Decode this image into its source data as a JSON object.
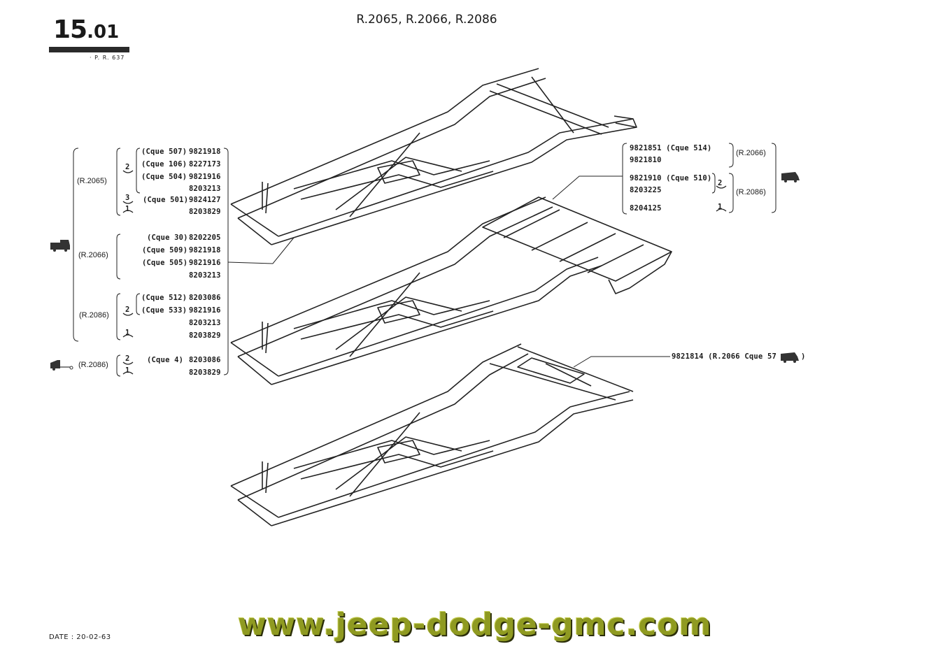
{
  "header": {
    "page_number_main": "15",
    "page_number_sub": ".01",
    "page_ref": "· P. R. 637",
    "title": "R.2065, R.2066, R.2086"
  },
  "footer": {
    "date": "DATE : 20-02-63",
    "watermark": "www.jeep-dodge-gmc.com"
  },
  "left_groups": {
    "r2065": {
      "model": "(R.2065)",
      "parts": [
        {
          "cque": "(Cque 507)",
          "ref": "9821918"
        },
        {
          "cque": "(Cque 106)",
          "ref": "8227173"
        },
        {
          "cque": "(Cque 504)",
          "ref": "9821916"
        },
        {
          "cque": "",
          "ref": "8203213"
        },
        {
          "cque": "(Cque 501)",
          "ref": "9824127"
        },
        {
          "cque": "",
          "ref": "8203829"
        }
      ],
      "symbols": [
        "2",
        "3",
        "1"
      ]
    },
    "r2066": {
      "model": "(R.2066)",
      "parts": [
        {
          "cque": "(Cque 30)",
          "ref": "8202205"
        },
        {
          "cque": "(Cque 509)",
          "ref": "9821918"
        },
        {
          "cque": "(Cque 505)",
          "ref": "9821916"
        },
        {
          "cque": "",
          "ref": "8203213"
        }
      ]
    },
    "r2086": {
      "model": "(R.2086)",
      "parts": [
        {
          "cque": "(Cque 512)",
          "ref": "8203086"
        },
        {
          "cque": "(Cque 533)",
          "ref": "9821916"
        },
        {
          "cque": "",
          "ref": "8203213"
        },
        {
          "cque": "",
          "ref": "8203829"
        }
      ],
      "symbols": [
        "2",
        "1"
      ]
    },
    "r2086_trailer": {
      "model": "(R.2086)",
      "parts": [
        {
          "cque": "(Cque 4)",
          "ref": "8203086"
        },
        {
          "cque": "",
          "ref": "8203829"
        }
      ],
      "symbols": [
        "2",
        "1"
      ]
    }
  },
  "right_group": {
    "r2066_model": "(R.2066)",
    "r2086_model": "(R.2086)",
    "parts": [
      {
        "text": "9821851 (Cque 514)"
      },
      {
        "text": "9821810"
      },
      {
        "text": "9821910 (Cque 510)"
      },
      {
        "text": "8203225"
      },
      {
        "text": "8204125"
      }
    ],
    "symbols": [
      "2",
      "1"
    ]
  },
  "bottom_callout": {
    "text": "9821814 (R.2066 Cque 57",
    "close": ")"
  },
  "icons": {
    "van": "van-icon",
    "trailer": "trailer-icon",
    "hand_up": "hand-up-icon",
    "hand_down": "hand-down-icon"
  }
}
